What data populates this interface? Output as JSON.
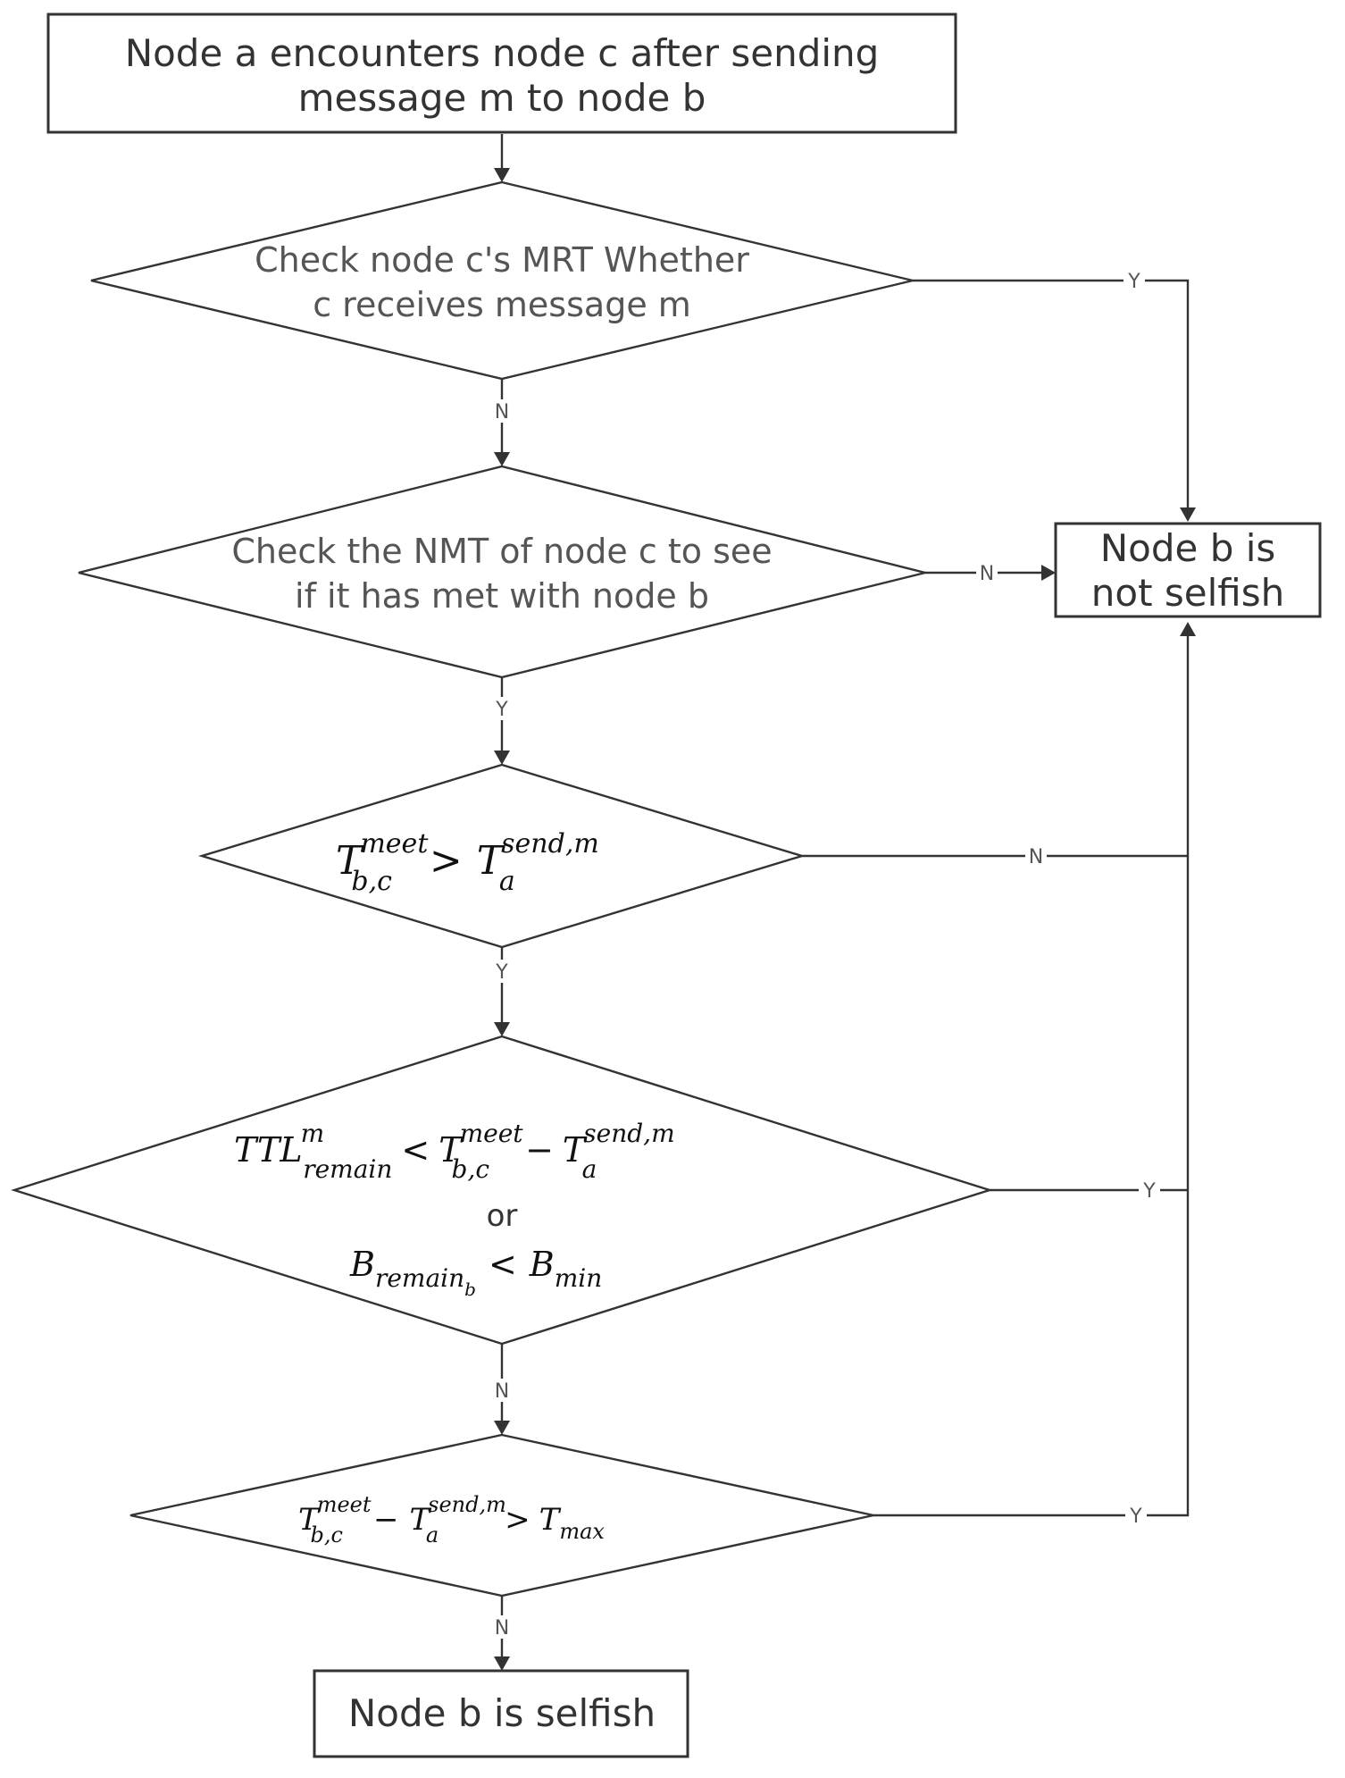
{
  "start": {
    "line1": "Node a encounters node c after sending",
    "line2": "message m to node b"
  },
  "decision1": {
    "line1": "Check node c's MRT Whether",
    "line2": "c receives message m"
  },
  "decision2": {
    "line1": "Check the NMT of node c to see",
    "line2": "if it has met with node b"
  },
  "decision3": {
    "T": "T",
    "meet": "meet",
    "bc": "b,c",
    "op": ">",
    "send_m": "send,m",
    "a": "a"
  },
  "decision4": {
    "TTL": "TTL",
    "m": "m",
    "remain": "remain",
    "lt": "<",
    "T": "T",
    "meet": "meet",
    "bc": "b,c",
    "minus": "−",
    "send_m": "send,m",
    "a": "a",
    "or": "or",
    "B": "B",
    "remain_b": "remain",
    "b": "b",
    "B2": "B",
    "min": "min"
  },
  "decision5": {
    "T": "T",
    "meet": "meet",
    "bc": "b,c",
    "minus": "−",
    "send_m": "send,m",
    "a": "a",
    "gt": ">",
    "max": "max"
  },
  "not_selfish": {
    "line1": "Node b is",
    "line2": "not selfish"
  },
  "selfish": {
    "label": "Node b is selfish"
  },
  "edge_labels": {
    "d1_yes": "Y",
    "d1_no": "N",
    "d2_no": "N",
    "d2_yes": "Y",
    "d3_no": "N",
    "d3_yes": "Y",
    "d4_yes": "Y",
    "d4_no": "N",
    "d5_yes": "Y",
    "d5_no": "N"
  }
}
